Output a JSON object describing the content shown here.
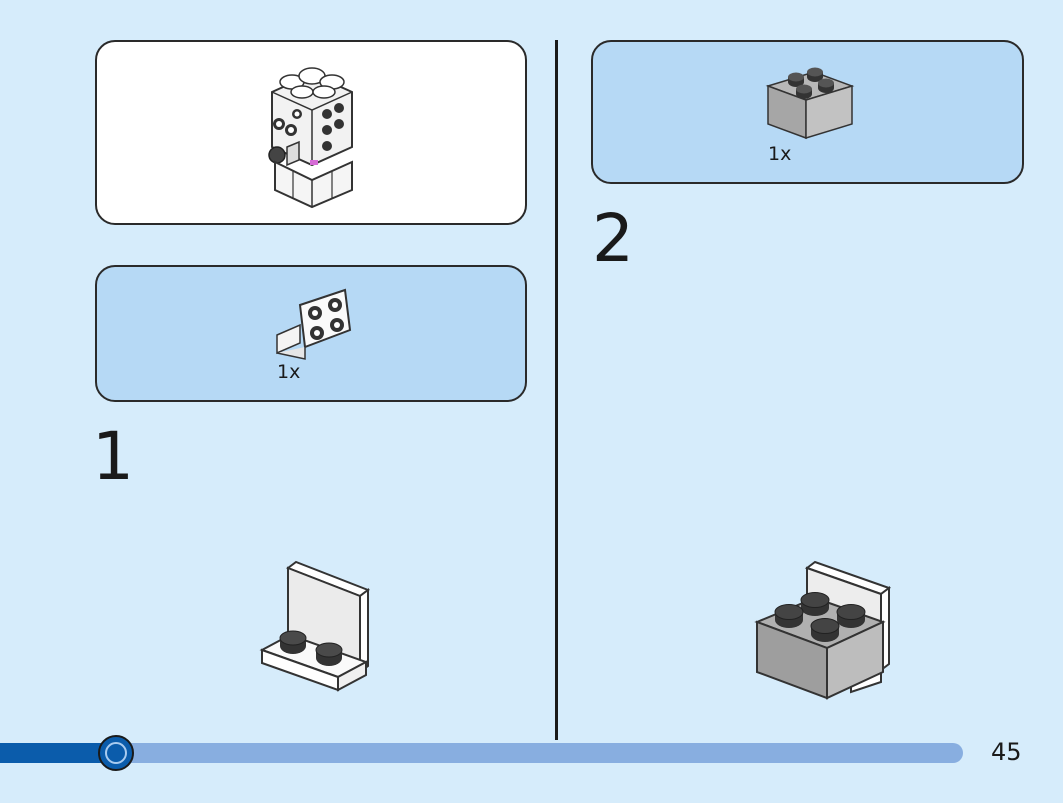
{
  "page": {
    "number": "45",
    "progress_fraction": 0.11,
    "colors": {
      "background": "#d6ecfb",
      "parts_box": "#b6d9f5",
      "progress_fill": "#0b5cab",
      "progress_track": "#88aee0"
    }
  },
  "preview": {
    "model_icon": "brickheadz-figure-icon"
  },
  "step1": {
    "number": "1",
    "parts": [
      {
        "quantity": "1x",
        "icon": "white-angle-plate-2x2-icon"
      }
    ],
    "build_icon": "white-bracket-assembly-icon"
  },
  "step2": {
    "number": "2",
    "parts": [
      {
        "quantity": "1x",
        "icon": "gray-brick-2x2-icon"
      }
    ],
    "build_icon": "gray-brick-on-bracket-icon"
  }
}
